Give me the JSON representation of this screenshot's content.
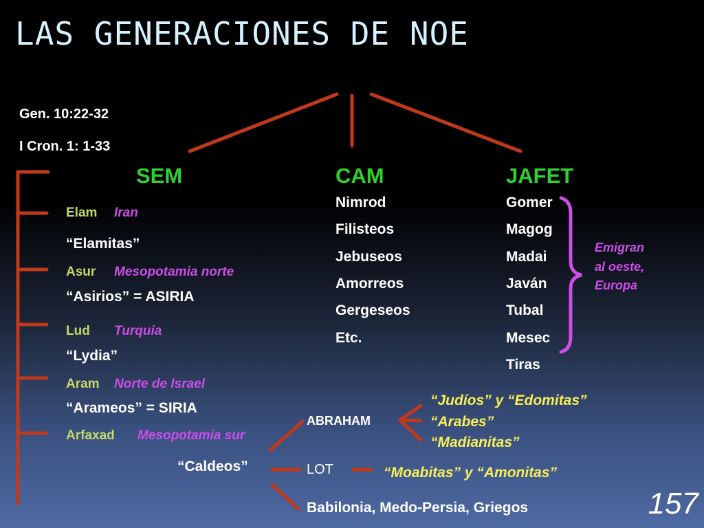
{
  "title": "LAS GENERACIONES DE NOE",
  "references": [
    "Gen. 10:22-32",
    "I Cron. 1: 1-33"
  ],
  "branches": {
    "sem": "SEM",
    "cam": "CAM",
    "jafet": "JAFET"
  },
  "sem_children": [
    {
      "name": "Elam",
      "region": "Iran",
      "people": "“Elamitas”"
    },
    {
      "name": "Asur",
      "region": "Mesopotamia norte",
      "people": "“Asirios” = ASIRIA"
    },
    {
      "name": "Lud",
      "region": "Turquia",
      "people": "“Lydia”"
    },
    {
      "name": "Aram",
      "region": "Norte de Israel",
      "people": "“Arameos” = SIRIA"
    },
    {
      "name": "Arfaxad",
      "region": "Mesopotamia sur",
      "people": "“Caldeos”"
    }
  ],
  "cam_children": [
    "Nimrod",
    "Filisteos",
    "Jebuseos",
    "Amorreos",
    "Gergeseos",
    "Etc."
  ],
  "jafet_children": [
    "Gomer",
    "Magog",
    "Madai",
    "Javán",
    "Tubal",
    "Mesec",
    "Tiras"
  ],
  "jafet_note": [
    "Emigran",
    "al oeste,",
    "Europa"
  ],
  "abraham": {
    "label": "ABRAHAM",
    "descendants": [
      "“Judíos” y “Edomitas”",
      "“Arabes”",
      "“Madianitas”"
    ]
  },
  "lot": {
    "label": "LOT",
    "descendants": "“Moabitas” y “Amonitas”"
  },
  "empires": "Babilonia, Medo-Persia, Griegos",
  "page_number": "157",
  "colors": {
    "line": "#c0391b",
    "brace": "#cc4de8",
    "branch": "#2fd12f",
    "region": "#cc4de8",
    "name": "#c7d86a",
    "descendants": "#f7ef58",
    "title": "#d6f2ff"
  }
}
